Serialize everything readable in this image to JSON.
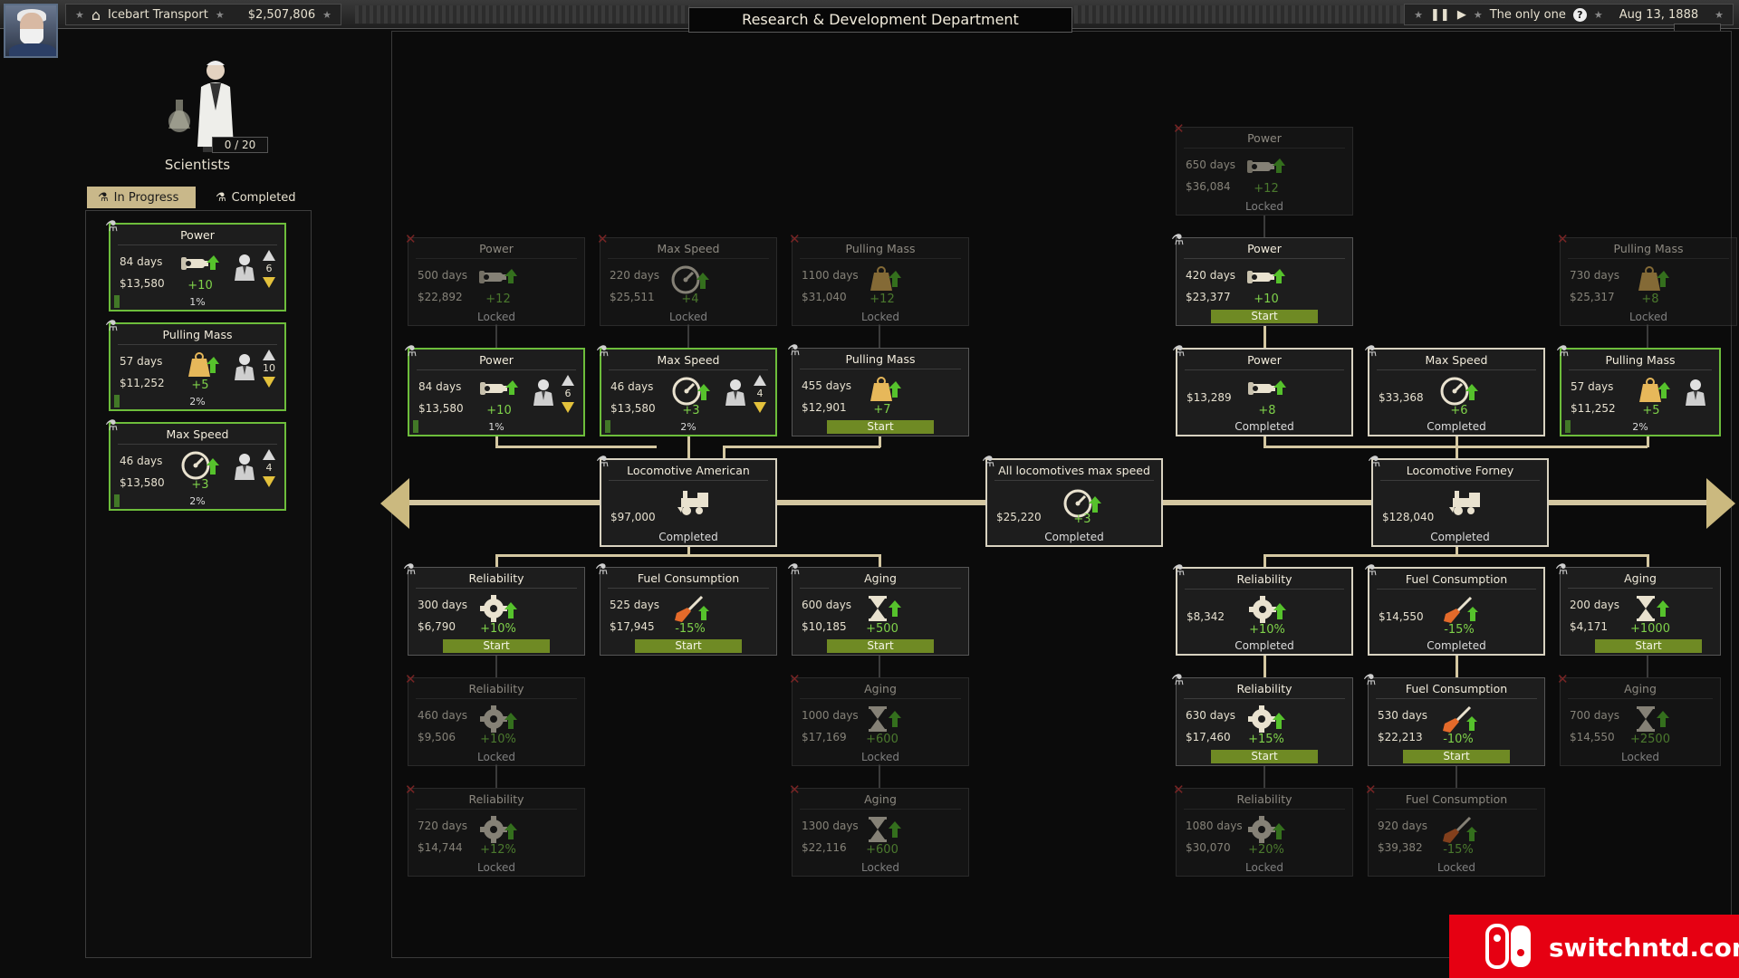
{
  "topbar": {
    "company": "Icebart Transport",
    "money": "$2,507,806",
    "title": "Research & Development Department",
    "player": "The only one",
    "help": "?",
    "date": "Aug 13, 1888",
    "close": "✕"
  },
  "left": {
    "scientists_count": "0 / 20",
    "scientists_label": "Scientists",
    "tab_in_progress": "In Progress",
    "tab_completed": "Completed",
    "items": [
      {
        "title": "Power",
        "days": "84 days",
        "cost": "$13,580",
        "bonus": "+10",
        "alloc": "6",
        "pct": "1%",
        "icon": "whistle-icon"
      },
      {
        "title": "Pulling Mass",
        "days": "57 days",
        "cost": "$11,252",
        "bonus": "+5",
        "alloc": "10",
        "pct": "2%",
        "icon": "weight-icon"
      },
      {
        "title": "Max Speed",
        "days": "46 days",
        "cost": "$13,580",
        "bonus": "+3",
        "alloc": "4",
        "pct": "2%",
        "icon": "speedometer-icon"
      }
    ]
  },
  "cards": {
    "c1": {
      "title": "Power",
      "days": "500 days",
      "cost": "$22,892",
      "bonus": "+12",
      "status": "Locked"
    },
    "c2": {
      "title": "Max Speed",
      "days": "220 days",
      "cost": "$25,511",
      "bonus": "+4",
      "status": "Locked"
    },
    "c3": {
      "title": "Pulling Mass",
      "days": "1100 days",
      "cost": "$31,040",
      "bonus": "+12",
      "status": "Locked"
    },
    "c4": {
      "title": "Power",
      "days": "84 days",
      "cost": "$13,580",
      "bonus": "+10",
      "alloc": "6",
      "pct": "1%"
    },
    "c5": {
      "title": "Max Speed",
      "days": "46 days",
      "cost": "$13,580",
      "bonus": "+3",
      "alloc": "4",
      "pct": "2%"
    },
    "c6": {
      "title": "Pulling Mass",
      "days": "455 days",
      "cost": "$12,901",
      "bonus": "+7",
      "status": "Start"
    },
    "c7": {
      "title": "Locomotive American",
      "cost": "$97,000",
      "status": "Completed"
    },
    "c8": {
      "title": "All locomotives max speed",
      "cost": "$25,220",
      "bonus": "+3",
      "status": "Completed"
    },
    "c9": {
      "title": "Locomotive Forney",
      "cost": "$128,040",
      "status": "Completed"
    },
    "c10": {
      "title": "Reliability",
      "days": "300 days",
      "cost": "$6,790",
      "bonus": "+10%",
      "status": "Start"
    },
    "c11": {
      "title": "Fuel Consumption",
      "days": "525 days",
      "cost": "$17,945",
      "bonus": "-15%",
      "status": "Start"
    },
    "c12": {
      "title": "Aging",
      "days": "600 days",
      "cost": "$10,185",
      "bonus": "+500",
      "status": "Start"
    },
    "c13": {
      "title": "Reliability",
      "days": "460 days",
      "cost": "$9,506",
      "bonus": "+10%",
      "status": "Locked"
    },
    "c14": {
      "title": "Aging",
      "days": "1000 days",
      "cost": "$17,169",
      "bonus": "+600",
      "status": "Locked"
    },
    "c15": {
      "title": "Reliability",
      "days": "720 days",
      "cost": "$14,744",
      "bonus": "+12%",
      "status": "Locked"
    },
    "c16": {
      "title": "Aging",
      "days": "1300 days",
      "cost": "$22,116",
      "bonus": "+600",
      "status": "Locked"
    },
    "r1": {
      "title": "Power",
      "days": "650 days",
      "cost": "$36,084",
      "bonus": "+12",
      "status": "Locked"
    },
    "r2": {
      "title": "Power",
      "days": "420 days",
      "cost": "$23,377",
      "bonus": "+10",
      "status": "Start"
    },
    "r3": {
      "title": "Pulling Mass",
      "days": "730 days",
      "cost": "$25,317",
      "bonus": "+8",
      "status": "Locked"
    },
    "r4": {
      "title": "Power",
      "cost": "$13,289",
      "bonus": "+8",
      "status": "Completed"
    },
    "r5": {
      "title": "Max Speed",
      "cost": "$33,368",
      "bonus": "+6",
      "status": "Completed"
    },
    "r6": {
      "title": "Pulling Mass",
      "days": "57 days",
      "cost": "$11,252",
      "bonus": "+5",
      "pct": "2%"
    },
    "r7": {
      "title": "Reliability",
      "cost": "$8,342",
      "bonus": "+10%",
      "status": "Completed"
    },
    "r8": {
      "title": "Fuel Consumption",
      "cost": "$14,550",
      "bonus": "-15%",
      "status": "Completed"
    },
    "r9": {
      "title": "Aging",
      "days": "200 days",
      "cost": "$4,171",
      "bonus": "+1000",
      "status": "Start"
    },
    "r10": {
      "title": "Reliability",
      "days": "630 days",
      "cost": "$17,460",
      "bonus": "+15%",
      "status": "Start"
    },
    "r11": {
      "title": "Fuel Consumption",
      "days": "530 days",
      "cost": "$22,213",
      "bonus": "-10%",
      "status": "Start"
    },
    "r12": {
      "title": "Aging",
      "days": "700 days",
      "cost": "$14,550",
      "bonus": "+2500",
      "status": "Locked"
    },
    "r13": {
      "title": "Reliability",
      "days": "1080 days",
      "cost": "$30,070",
      "bonus": "+20%",
      "status": "Locked"
    },
    "r14": {
      "title": "Fuel Consumption",
      "days": "920 days",
      "cost": "$39,382",
      "bonus": "-15%",
      "status": "Locked"
    }
  },
  "colors": {
    "accent_green": "#6dbd3b",
    "start_button": "#6f8a24",
    "connector": "#d4c7a1",
    "locked_x": "#d23a3a"
  },
  "watermark": {
    "text": "switchntd.com"
  }
}
